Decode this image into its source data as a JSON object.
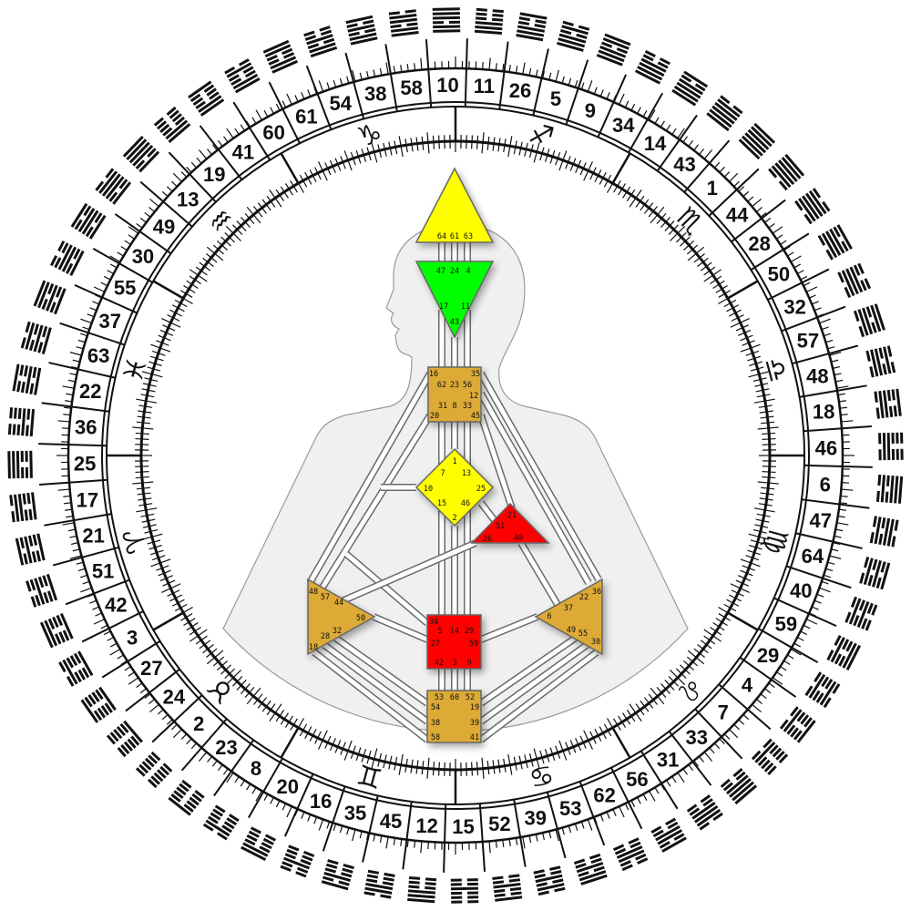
{
  "wheel": {
    "gates": [
      {
        "n": "10",
        "hex": "110111"
      },
      {
        "n": "11",
        "hex": "111000"
      },
      {
        "n": "26",
        "hex": "111001"
      },
      {
        "n": "5",
        "hex": "111010"
      },
      {
        "n": "9",
        "hex": "111011"
      },
      {
        "n": "34",
        "hex": "111100"
      },
      {
        "n": "14",
        "hex": "111101"
      },
      {
        "n": "43",
        "hex": "111110"
      },
      {
        "n": "1",
        "hex": "111111"
      },
      {
        "n": "44",
        "hex": "011111"
      },
      {
        "n": "28",
        "hex": "011110"
      },
      {
        "n": "50",
        "hex": "011101"
      },
      {
        "n": "32",
        "hex": "011100"
      },
      {
        "n": "57",
        "hex": "011011"
      },
      {
        "n": "48",
        "hex": "011010"
      },
      {
        "n": "18",
        "hex": "011001"
      },
      {
        "n": "46",
        "hex": "011000"
      },
      {
        "n": "6",
        "hex": "010111"
      },
      {
        "n": "47",
        "hex": "010110"
      },
      {
        "n": "64",
        "hex": "010101"
      },
      {
        "n": "40",
        "hex": "010100"
      },
      {
        "n": "59",
        "hex": "010011"
      },
      {
        "n": "29",
        "hex": "010010"
      },
      {
        "n": "4",
        "hex": "010001"
      },
      {
        "n": "7",
        "hex": "010000"
      },
      {
        "n": "33",
        "hex": "001111"
      },
      {
        "n": "31",
        "hex": "001110"
      },
      {
        "n": "56",
        "hex": "001101"
      },
      {
        "n": "62",
        "hex": "001100"
      },
      {
        "n": "53",
        "hex": "001011"
      },
      {
        "n": "39",
        "hex": "001010"
      },
      {
        "n": "52",
        "hex": "001001"
      },
      {
        "n": "15",
        "hex": "001000"
      },
      {
        "n": "12",
        "hex": "000111"
      },
      {
        "n": "45",
        "hex": "000110"
      },
      {
        "n": "35",
        "hex": "000101"
      },
      {
        "n": "16",
        "hex": "000100"
      },
      {
        "n": "20",
        "hex": "000011"
      },
      {
        "n": "8",
        "hex": "000010"
      },
      {
        "n": "23",
        "hex": "000001"
      },
      {
        "n": "2",
        "hex": "000000"
      },
      {
        "n": "24",
        "hex": "100000"
      },
      {
        "n": "27",
        "hex": "100001"
      },
      {
        "n": "3",
        "hex": "100010"
      },
      {
        "n": "42",
        "hex": "100011"
      },
      {
        "n": "51",
        "hex": "100100"
      },
      {
        "n": "21",
        "hex": "100101"
      },
      {
        "n": "17",
        "hex": "100110"
      },
      {
        "n": "25",
        "hex": "100111"
      },
      {
        "n": "36",
        "hex": "101000"
      },
      {
        "n": "22",
        "hex": "101001"
      },
      {
        "n": "63",
        "hex": "101010"
      },
      {
        "n": "37",
        "hex": "101011"
      },
      {
        "n": "55",
        "hex": "101100"
      },
      {
        "n": "30",
        "hex": "101101"
      },
      {
        "n": "49",
        "hex": "101110"
      },
      {
        "n": "13",
        "hex": "101111"
      },
      {
        "n": "19",
        "hex": "110000"
      },
      {
        "n": "41",
        "hex": "110001"
      },
      {
        "n": "60",
        "hex": "110010"
      },
      {
        "n": "61",
        "hex": "110011"
      },
      {
        "n": "54",
        "hex": "110100"
      },
      {
        "n": "38",
        "hex": "110101"
      },
      {
        "n": "58",
        "hex": "110110"
      }
    ],
    "zodiac": [
      {
        "name": "sagittarius",
        "glyph": "♐"
      },
      {
        "name": "scorpio",
        "glyph": "♏"
      },
      {
        "name": "libra",
        "glyph": "♎"
      },
      {
        "name": "virgo",
        "glyph": "♍"
      },
      {
        "name": "leo",
        "glyph": "♌"
      },
      {
        "name": "cancer",
        "glyph": "♋"
      },
      {
        "name": "gemini",
        "glyph": "♊"
      },
      {
        "name": "taurus",
        "glyph": "♉"
      },
      {
        "name": "aries",
        "glyph": "♈"
      },
      {
        "name": "pisces",
        "glyph": "♓"
      },
      {
        "name": "aquarius",
        "glyph": "♒"
      },
      {
        "name": "capricorn",
        "glyph": "♑"
      }
    ]
  },
  "colors": {
    "head": "#ffff00",
    "ajna": "#00ff00",
    "throat": "#dcaa36",
    "g": "#ffff00",
    "ego": "#ff0000",
    "spleen": "#dcaa36",
    "solar": "#dcaa36",
    "sacral": "#ff0000",
    "root": "#dcaa36",
    "body": "#f0f0f0"
  },
  "centers": {
    "head": [
      "64",
      "61",
      "63"
    ],
    "ajna": [
      "47",
      "24",
      "4",
      "17",
      "11",
      "43"
    ],
    "throat": [
      "16",
      "35",
      "62",
      "23",
      "56",
      "12",
      "31",
      "8",
      "33",
      "20",
      "45"
    ],
    "g": [
      "1",
      "7",
      "13",
      "10",
      "25",
      "15",
      "46",
      "2"
    ],
    "ego": [
      "21",
      "51",
      "26",
      "40"
    ],
    "spleen": [
      "48",
      "57",
      "44",
      "50",
      "32",
      "28",
      "18"
    ],
    "solar": [
      "36",
      "22",
      "37",
      "6",
      "49",
      "55",
      "30"
    ],
    "sacral": [
      "34",
      "5",
      "14",
      "29",
      "27",
      "59",
      "42",
      "3",
      "9"
    ],
    "root": [
      "53",
      "60",
      "52",
      "54",
      "19",
      "38",
      "39",
      "58",
      "41"
    ]
  }
}
